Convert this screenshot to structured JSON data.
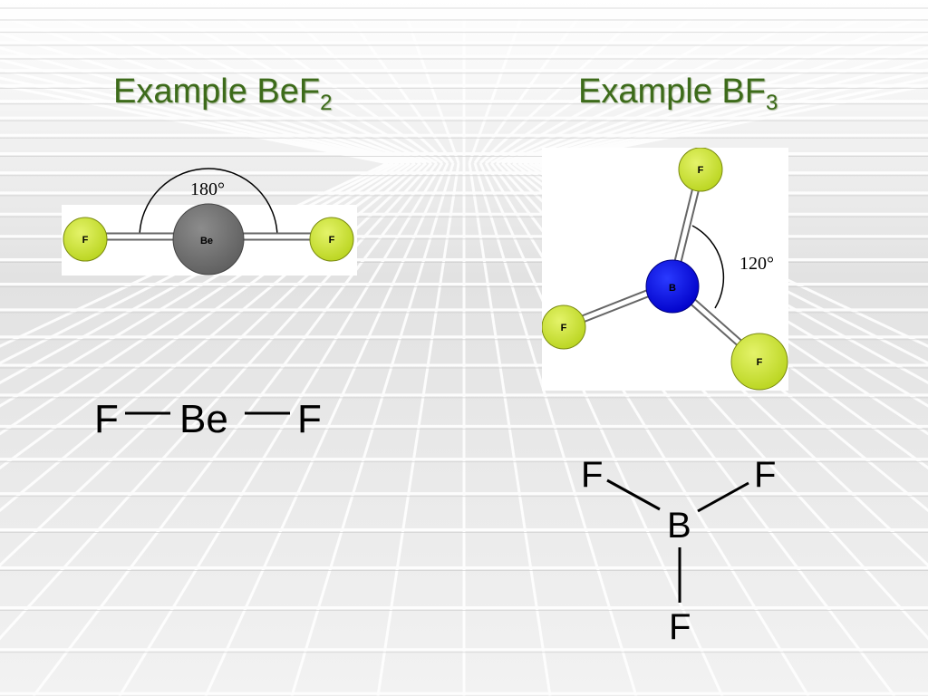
{
  "slide": {
    "left": {
      "title_prefix": "Example BeF",
      "title_subscript": "2",
      "model": {
        "central_atom": "Be",
        "ligand_atom": "F",
        "angle": "180°",
        "colors": {
          "central": "#707070",
          "ligand": "#cfe83a",
          "bond": "#ffffff"
        }
      },
      "lewis": {
        "left_atom": "F",
        "center_atom": "Be",
        "right_atom": "F"
      }
    },
    "right": {
      "title_prefix": "Example BF",
      "title_subscript": "3",
      "model": {
        "central_atom": "B",
        "ligand_atom": "F",
        "angle": "120°",
        "colors": {
          "central": "#0a10e6",
          "ligand": "#cfe83a",
          "bond": "#ffffff"
        }
      },
      "lewis": {
        "center_atom": "B",
        "top_left_atom": "F",
        "top_right_atom": "F",
        "bottom_atom": "F"
      }
    },
    "colors": {
      "title": "#3d6b1a",
      "background": "#e6e6e6"
    }
  }
}
